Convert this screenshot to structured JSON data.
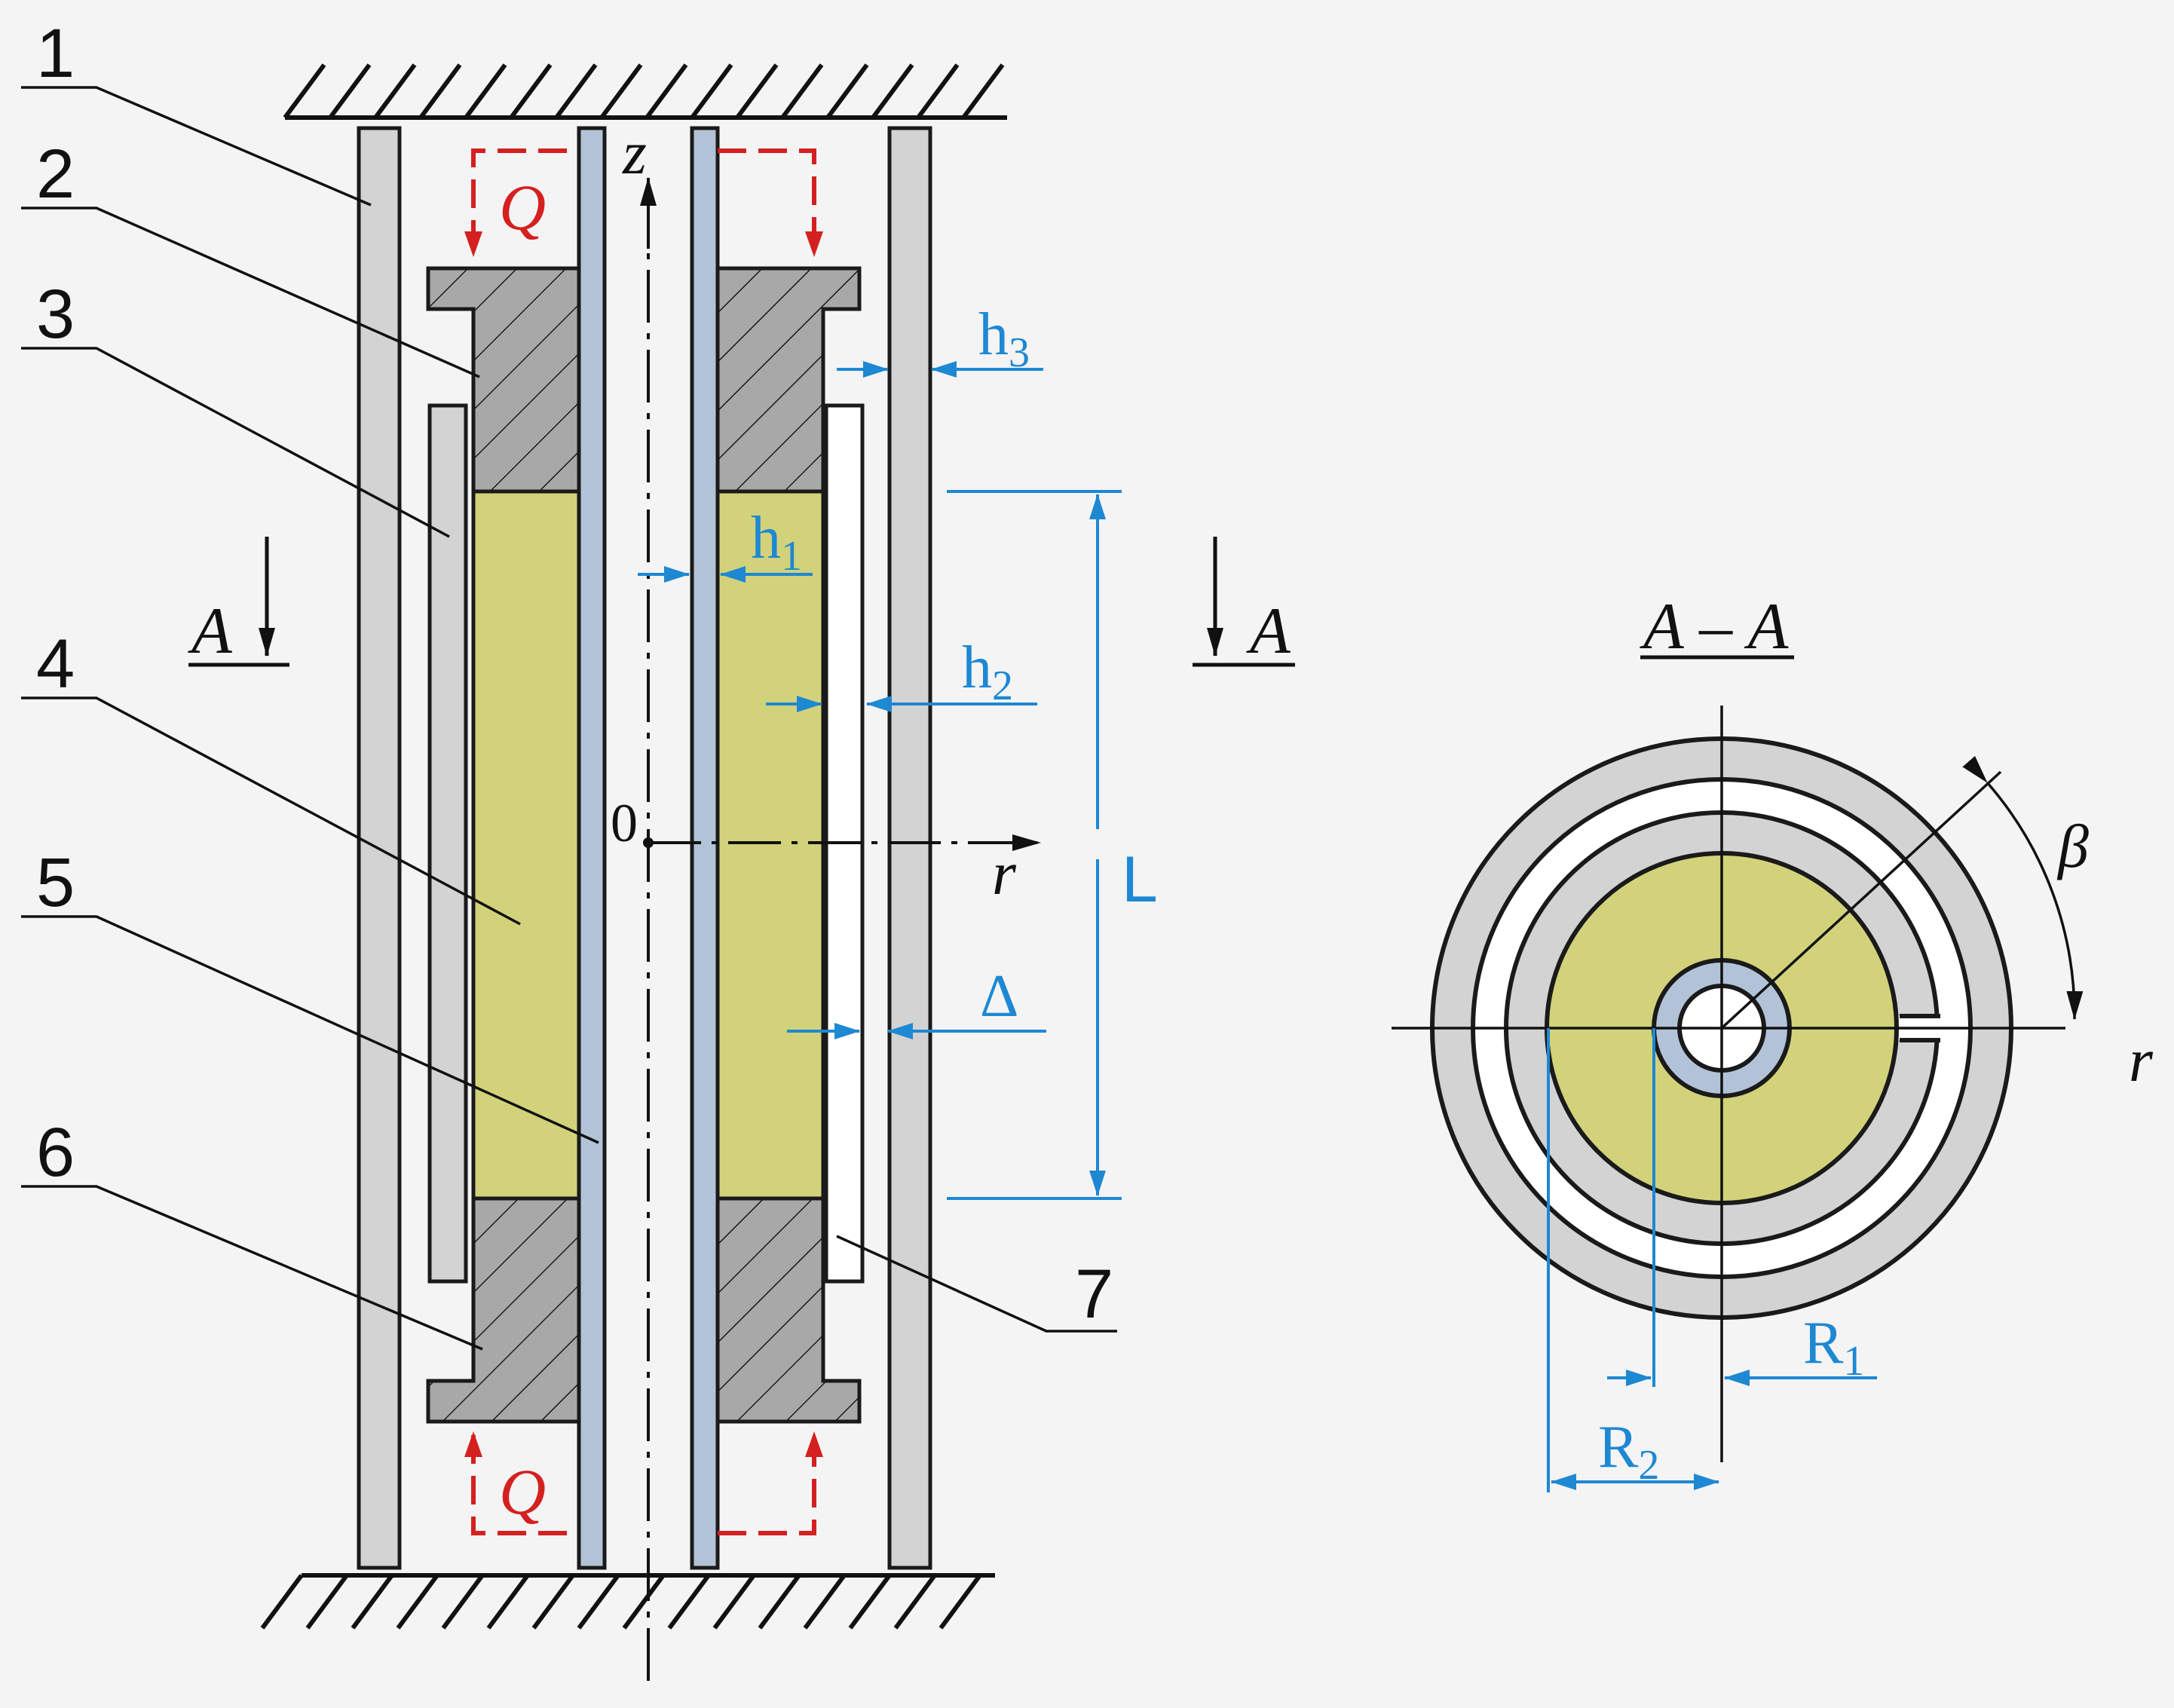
{
  "callouts": [
    "1",
    "2",
    "3",
    "4",
    "5",
    "6",
    "7"
  ],
  "section": {
    "marker_left": "A",
    "marker_right": "A",
    "title": "A – A"
  },
  "axes": {
    "z": "z",
    "r_main": "r",
    "origin": "0",
    "r_section": "r",
    "angle": "β"
  },
  "load": {
    "top": "Q",
    "bottom": "Q"
  },
  "dimensions": {
    "h1": {
      "base": "h",
      "sub": "1"
    },
    "h2": {
      "base": "h",
      "sub": "2"
    },
    "h3": {
      "base": "h",
      "sub": "3"
    },
    "length": "L",
    "gap": "Δ",
    "R1": {
      "base": "R",
      "sub": "1"
    },
    "R2": {
      "base": "R",
      "sub": "2"
    }
  },
  "colors": {
    "outer_tube": "#d3d3d3",
    "sleeve": "#d3d3d3",
    "end_caps": "#a8a8a8",
    "material": "#d2d27a",
    "rod": "#b3c3d7",
    "dimension": "#1e88d2",
    "load": "#d42020",
    "outline": "#1a1a1a",
    "background": "#f4f4f4"
  }
}
